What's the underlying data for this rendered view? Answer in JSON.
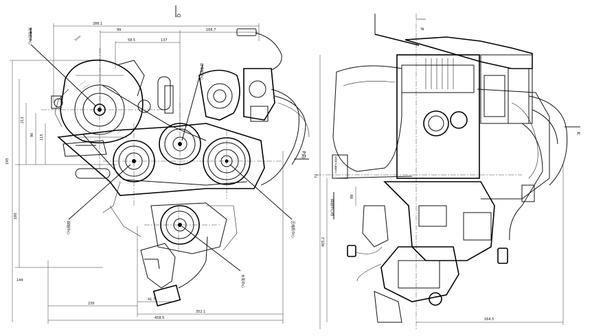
{
  "front_view": {
    "dimensions": {
      "top_overall": "286.1",
      "top_a": "99",
      "top_b": "137",
      "top_c": "166.7",
      "top_d": "58.5",
      "left_1": "213",
      "left_2": "90",
      "left_3": "115",
      "left_4": "144",
      "left_5": "180",
      "left_6": "195",
      "bottom_1": "230",
      "bottom_2": "41.7",
      "bottom_3": "352.1",
      "bottom_overall": "458.5"
    },
    "labels": {
      "generator_center": "发电机中心",
      "crank_center": "曲轴中心",
      "belt_center": "皮带轮中心",
      "compressor_center": "压缩机中心",
      "pump_center": "水泵中心",
      "p_mark": "P向",
      "wheel_mark": "5mm",
      "q_mark": "Q"
    }
  },
  "side_view": {
    "dimensions": {
      "top_offset": "P",
      "bottom_width": "164.5",
      "left_height": "72",
      "left_small": "405.2",
      "mid": "89"
    },
    "labels": {
      "side_note": "曲轴中心线",
      "r_mark": "K",
      "note_box": "基准面 N 曲轴中心"
    }
  }
}
